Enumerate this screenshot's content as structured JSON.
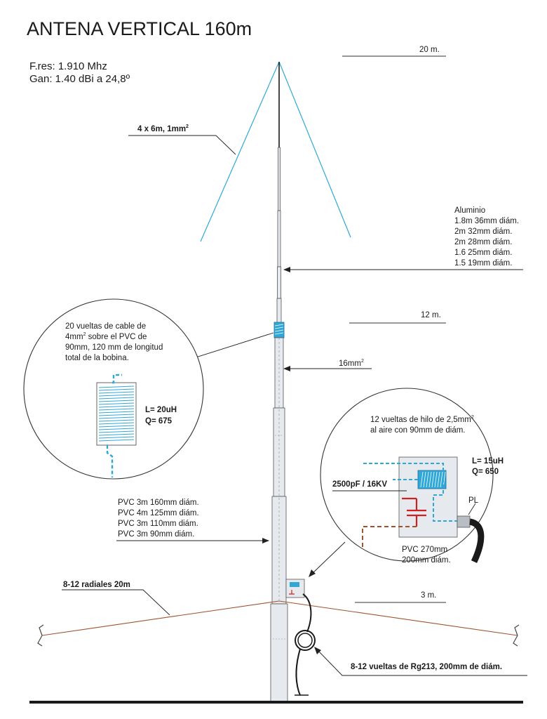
{
  "title": "ANTENA VERTICAL 160m",
  "specs": {
    "fres": "F.res: 1.910 Mhz",
    "gain": "Gan: 1.40 dBi a 24,8º"
  },
  "heights": {
    "top": "20 m.",
    "mid": "12 m.",
    "low": "3 m."
  },
  "guy_wires": {
    "label_main": "4 x 6m, 1mm",
    "label_sup": "2"
  },
  "aluminium": {
    "header": "Aluminio",
    "sections": [
      "1.8m 36mm diám.",
      "2m 32mm diám.",
      "2m 28mm diám.",
      "1.6 25mm diám.",
      "1.5 19mm diám."
    ]
  },
  "wire_16": {
    "label_main": "16mm",
    "label_sup": "2"
  },
  "coil_top": {
    "line1_main": "20 vueltas de cable de",
    "line2_main": "4mm",
    "line2_sup": "2",
    "line2_rest": " sobre el PVC de",
    "line3": "90mm, 120 mm de longitud",
    "line4": "total de la bobina.",
    "inductance": "L= 20uH",
    "q": "Q= 675"
  },
  "coil_base": {
    "line1_main": "12 vueltas de hilo de 2,5mm",
    "line1_sup": "2",
    "line2": "al aire con 90mm de diám.",
    "inductance": "L= 15uH",
    "q": "Q= 650",
    "capacitor": "2500pF / 16KV",
    "connector": "PL",
    "box_line1": "PVC 270mm",
    "box_line2": "200mm diám."
  },
  "pvc": {
    "sections": [
      "PVC 3m 160mm diám.",
      "PVC 4m 125mm diám.",
      "PVC 3m 110mm diám.",
      "PVC 3m 90mm diám."
    ]
  },
  "radials": {
    "label": "8-12 radiales 20m"
  },
  "choke": {
    "label": "8-12 vueltas de Rg213, 200mm de diám."
  },
  "colors": {
    "guy": "#2fa8d8",
    "radial": "#a0522d",
    "coil": "#2fa8d8",
    "capacitor": "#cc2222",
    "coax": "#1a1a1a"
  }
}
